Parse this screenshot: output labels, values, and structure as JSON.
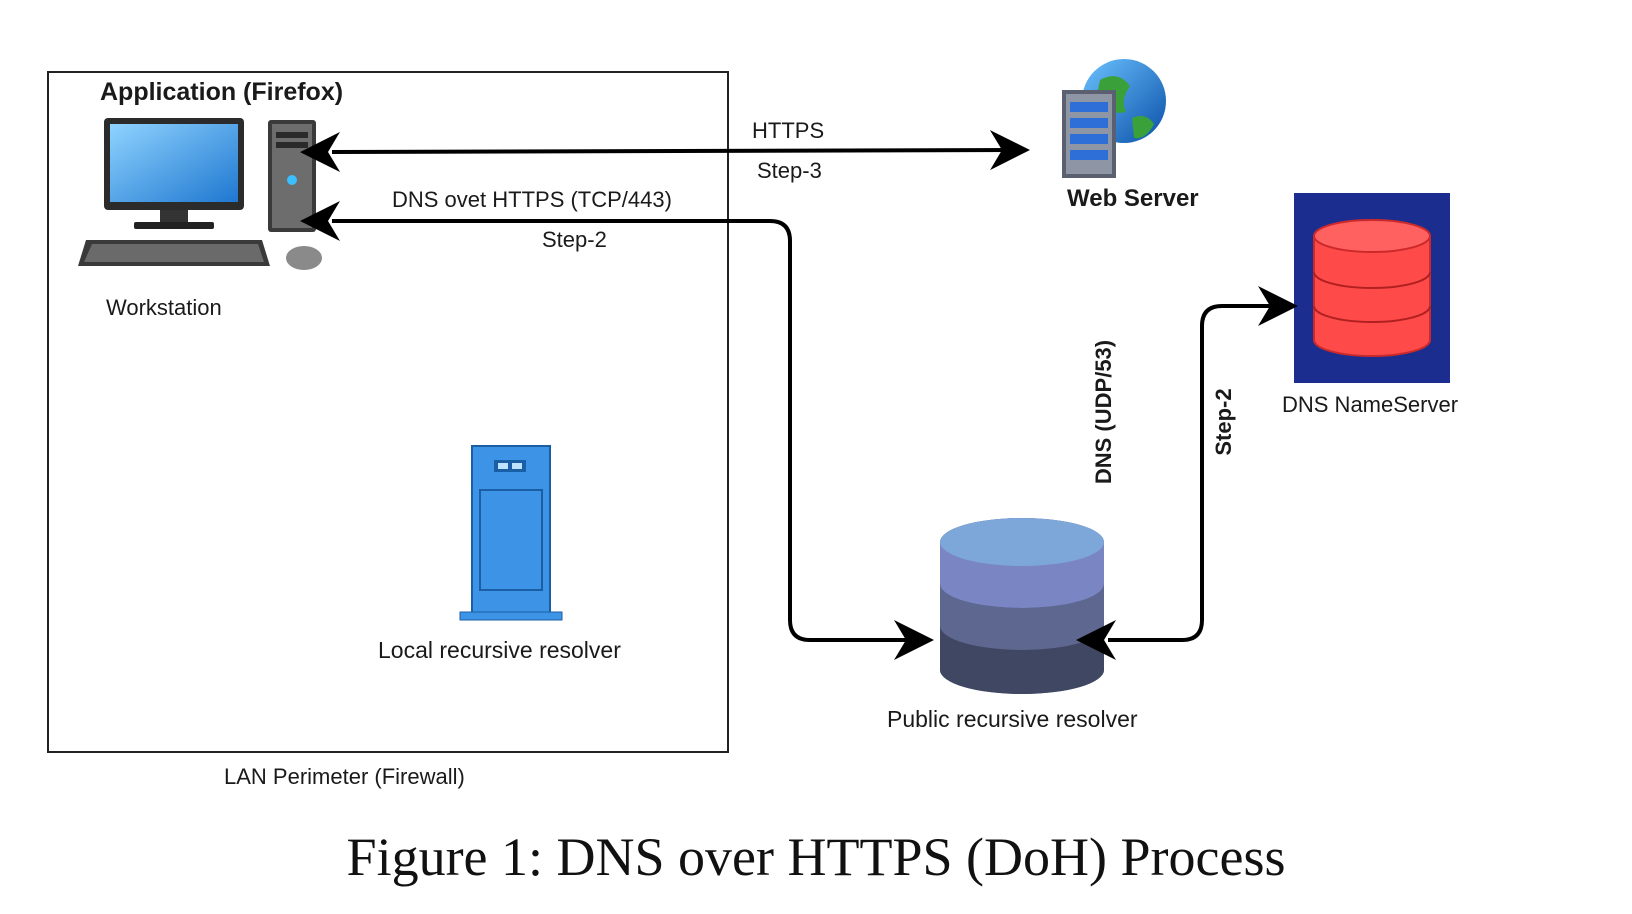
{
  "lan": {
    "app_label": "Application (Firefox)",
    "perimeter_label": "LAN Perimeter (Firewall)"
  },
  "nodes": {
    "workstation": "Workstation",
    "web_server": "Web Server",
    "dns_nameserver": "DNS NameServer",
    "local_resolver": "Local recursive resolver",
    "public_resolver": "Public recursive resolver"
  },
  "edges": {
    "https": "HTTPS",
    "https_step": "Step-3",
    "doh": "DNS ovet HTTPS  (TCP/443)",
    "doh_step": "Step-2",
    "dns_udp": "DNS (UDP/53)",
    "dns_udp_step": "Step-2"
  },
  "caption": "Figure 1: DNS over HTTPS (DoH) Process",
  "icons": {
    "workstation": "desktop-computer-icon",
    "web_server": "web-server-globe-icon",
    "dns_nameserver": "database-icon",
    "local_resolver": "server-tower-icon",
    "public_resolver": "database-stack-icon"
  },
  "colors": {
    "nameserver_bg": "#1b2d8f",
    "nameserver_db": "#ff4a4a",
    "local_resolver": "#3d93e6",
    "public_resolver_top": "#7da7d8"
  }
}
